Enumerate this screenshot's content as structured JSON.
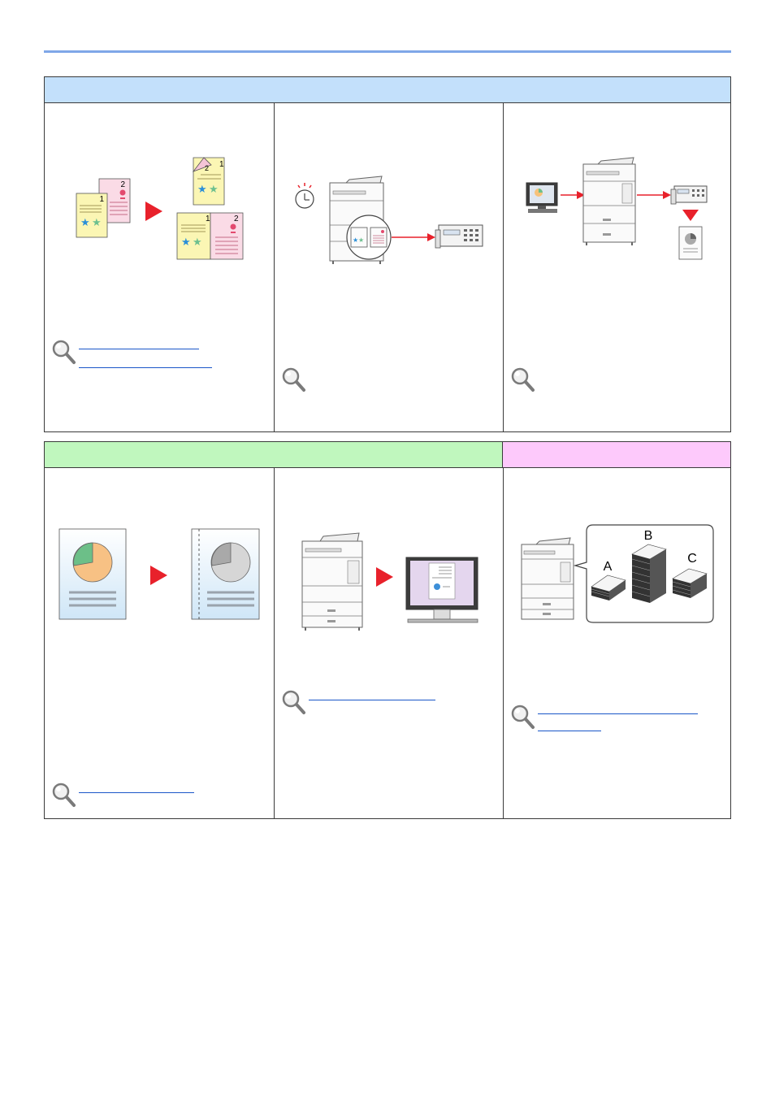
{
  "page": {
    "panel1_header": "",
    "panel2_header_left": "",
    "panel2_header_right": ""
  },
  "colors": {
    "rule": "#7fa7e8",
    "panel1_header": "#c3e0fb",
    "panel2_header_left": "#c0f7be",
    "panel2_header_right": "#fdc9fb",
    "arrow": "#e8212b",
    "link": "#1a56c8"
  },
  "cells": {
    "duplex": {
      "illustration": "two-one-sided-originals-to-two-sided-and-booklet",
      "page_labels": [
        "1",
        "2",
        "1",
        "2",
        "1",
        "2"
      ],
      "reference_icon": "magnifier-icon",
      "links": [
        "",
        ""
      ]
    },
    "delayed_fax": {
      "illustration": "timer-machine-fax-transmission",
      "reference_icon": "magnifier-icon",
      "links": []
    },
    "pc_fax": {
      "illustration": "computer-to-machine-to-fax-printout",
      "reference_icon": "magnifier-icon",
      "links": []
    },
    "edge_erase": {
      "illustration": "pie-chart-page-cleaned-edge",
      "reference_icon": "magnifier-icon",
      "links": [
        ""
      ]
    },
    "scan_to_pc": {
      "illustration": "machine-to-monitor-scan",
      "reference_icon": "magnifier-icon",
      "links": [
        ""
      ]
    },
    "job_accounting": {
      "illustration": "machine-with-stacks-per-account",
      "stack_labels": [
        "A",
        "B",
        "C"
      ],
      "reference_icon": "magnifier-icon",
      "links": [
        "",
        ""
      ]
    }
  }
}
